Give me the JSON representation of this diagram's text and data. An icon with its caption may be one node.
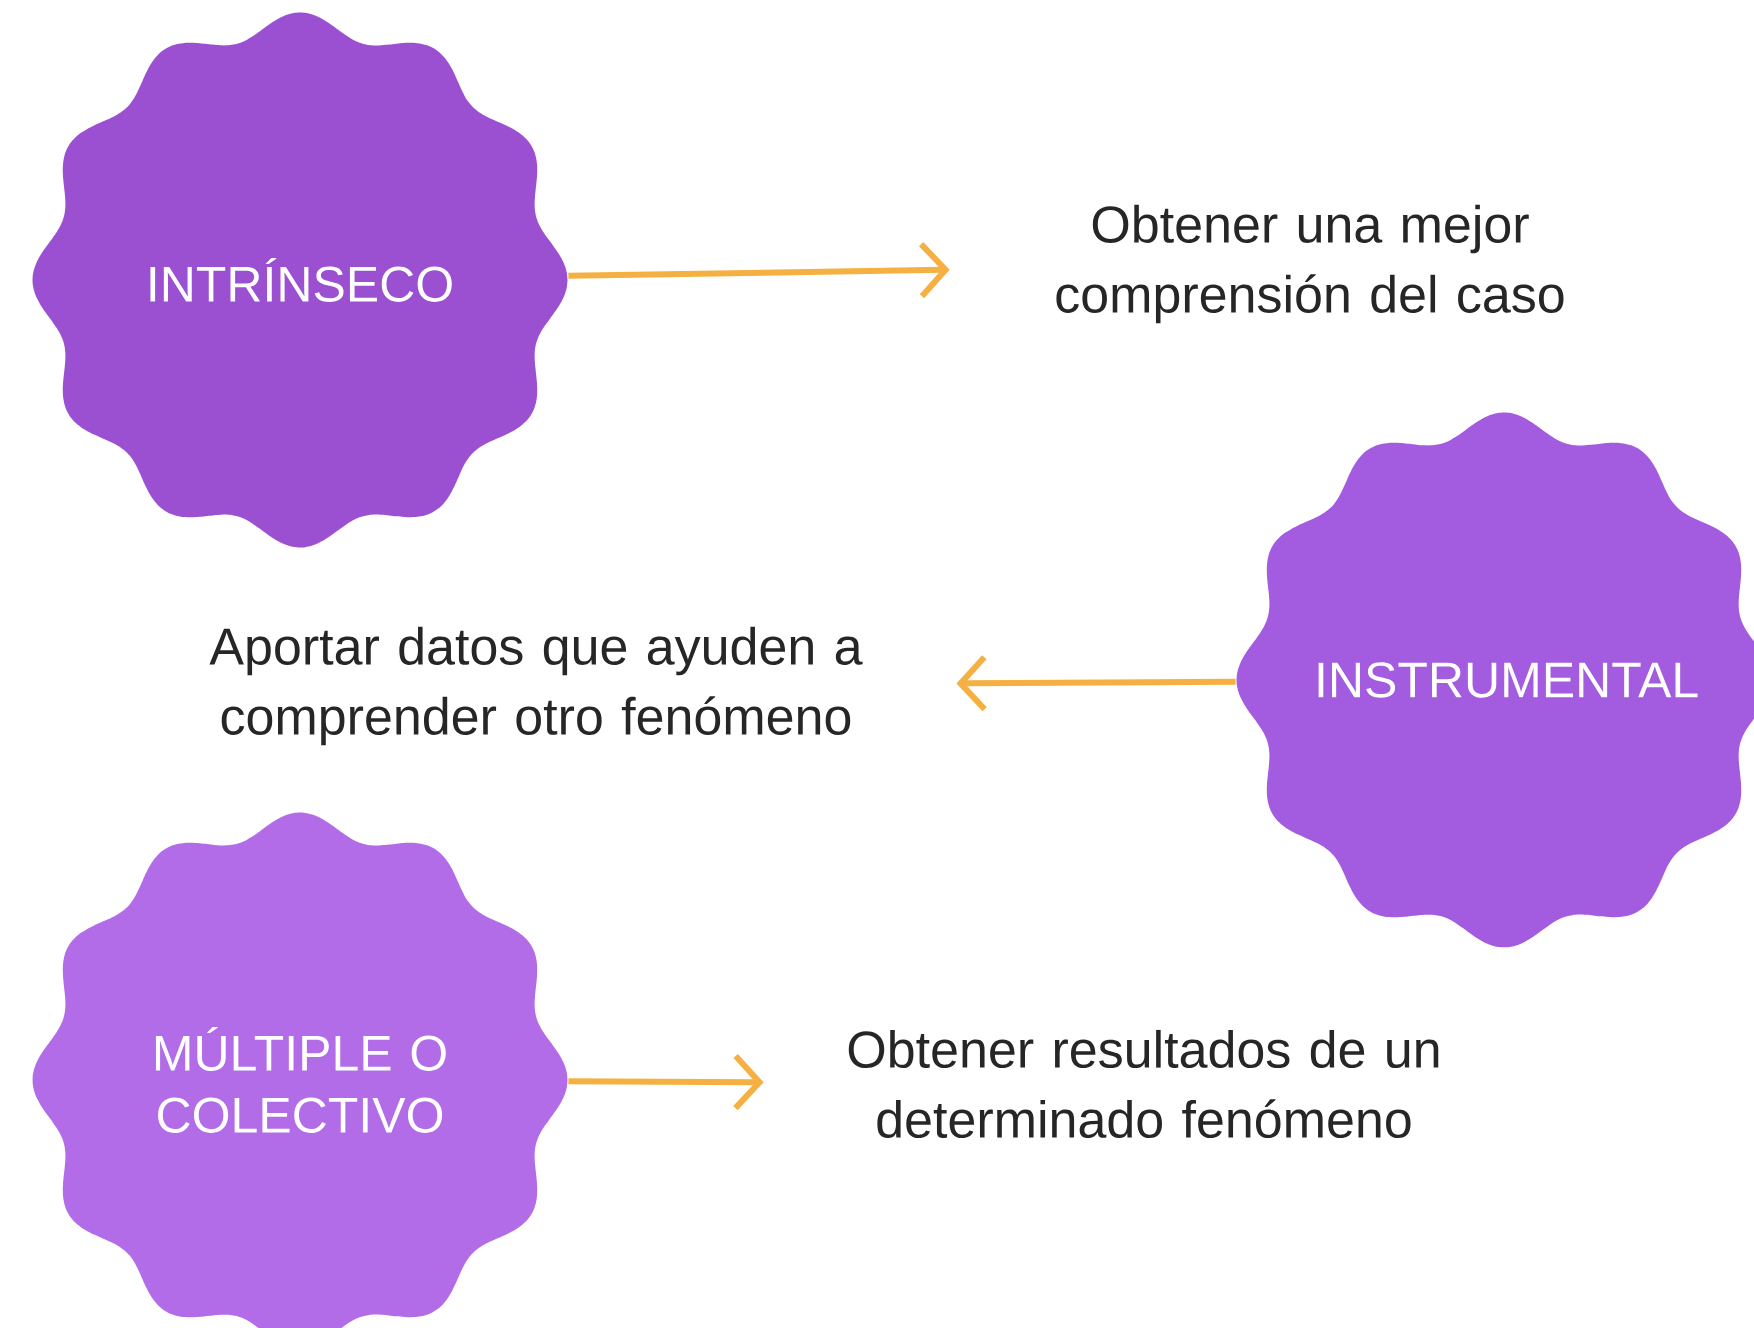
{
  "diagram": {
    "nodes": [
      {
        "text": [
          "INTRÍNSECO"
        ]
      },
      {
        "text": [
          "Obtener una mejor comprensión del caso"
        ]
      },
      {
        "text": [
          "INSTRUMENTAL"
        ]
      },
      {
        "text": [
          "Aportar datos que ayuden a comprender otro fenómeno"
        ]
      },
      {
        "text": [
          "MÚLTIPLE O COLECTIVO"
        ]
      },
      {
        "text": [
          "Obtener resultados de un determinado fenómeno"
        ]
      }
    ],
    "edges": [
      {
        "from": 0,
        "to": 1,
        "arrow": "to"
      },
      {
        "from": 2,
        "to": 3,
        "arrow": "to"
      },
      {
        "from": 4,
        "to": 5,
        "arrow": "to"
      }
    ]
  }
}
